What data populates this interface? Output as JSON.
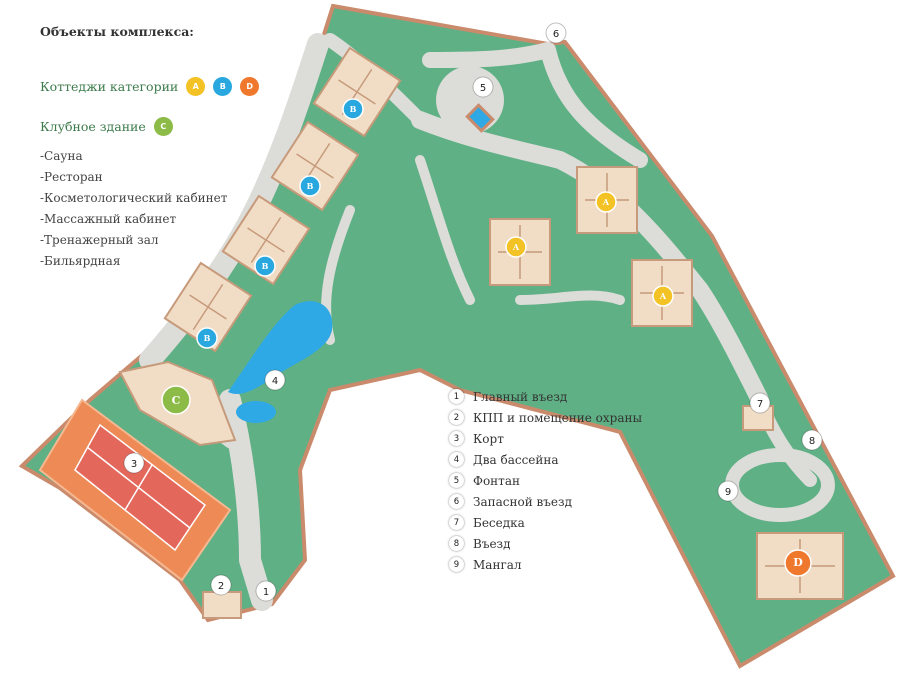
{
  "legend": {
    "title": "Объекты комплекса:",
    "cottages_label": "Коттеджи категории",
    "categories": [
      {
        "letter": "A",
        "color": "#f3c224"
      },
      {
        "letter": "B",
        "color": "#29a8e0"
      },
      {
        "letter": "D",
        "color": "#f0782c"
      }
    ],
    "club_label": "Клубное здание",
    "club": {
      "letter": "C",
      "color": "#8dbb47"
    },
    "facilities": [
      "-Сауна",
      "-Ресторан",
      "-Косметологический кабинет",
      "-Массажный кабинет",
      "-Тренажерный зал",
      "-Бильярдная"
    ]
  },
  "key": [
    {
      "num": "1",
      "label": "Главный въезд"
    },
    {
      "num": "2",
      "label": "КПП и помещение охраны"
    },
    {
      "num": "3",
      "label": "Корт"
    },
    {
      "num": "4",
      "label": "Два бассейна"
    },
    {
      "num": "5",
      "label": "Фонтан"
    },
    {
      "num": "6",
      "label": "Запасной въезд"
    },
    {
      "num": "7",
      "label": "Беседка"
    },
    {
      "num": "8",
      "label": "Въезд"
    },
    {
      "num": "9",
      "label": "Мангал"
    }
  ],
  "colors": {
    "grass": "#5fb085",
    "grass_dark": "#4d9d74",
    "path": "#dcdcd8",
    "border": "#c98b6c",
    "pool": "#2fa8e6",
    "court_outer": "#ee8a55",
    "court_inner": "#e4675c",
    "building": "#f1ddc6",
    "building_edge": "#c69a7a"
  }
}
